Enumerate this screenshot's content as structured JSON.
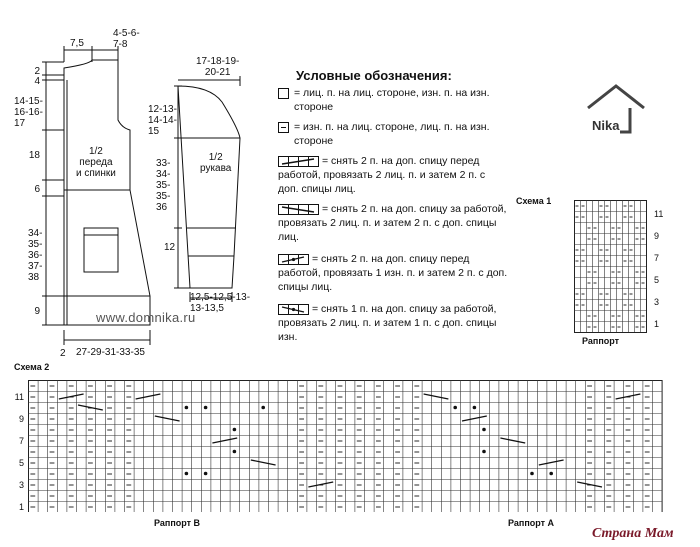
{
  "body_piece": {
    "top_width": "7,5",
    "neck_width": "4-5-6-\n7-8",
    "top_step": "2",
    "shoulder_drop": "4",
    "armhole": "14-15-\n16-16-\n17",
    "mid": "18",
    "waist": "6",
    "lower": "34-\n35-\n36-\n37-\n38",
    "hem": "9",
    "bottom_left": "2",
    "bottom_width": "27-29-31-33-35",
    "label": "1/2\nпереда\nи спинки"
  },
  "sleeve_piece": {
    "top_width": "17-18-19-\n20-21",
    "cap": "12-13-\n14-14-\n15",
    "body_len": "33-\n34-\n35-\n35-\n36",
    "cuff": "12",
    "bottom_width": "12,5-12,5-13-\n13-13,5",
    "label": "1/2\nрукава"
  },
  "watermark": "www.domnika.ru",
  "logo": "Nika",
  "site_logo": "Страна Мам",
  "legend": {
    "title": "Условные обозначения:",
    "items": [
      {
        "symbol": "knit",
        "text": "= лиц. п. на лиц. стороне, изн. п. на изн. стороне"
      },
      {
        "symbol": "purl",
        "text": "= изн. п. на лиц. стороне, лиц. п. на изн. стороне"
      },
      {
        "symbol": "c2l",
        "text": "= снять 2 п. на доп. спицу перед работой, провязать 2 лиц. п. и затем 2 п. с доп. спицы лиц."
      },
      {
        "symbol": "c2r",
        "text": "= снять 2 п. на доп. спицу за работой, провязать 2 лиц. п. и затем 2 п. с доп. спицы лиц."
      },
      {
        "symbol": "c2pl",
        "text": "= снять 2 п. на доп. спицу перед работой, провязать 1 изн. п. и затем 2 п. с доп. спицы лиц."
      },
      {
        "symbol": "c1pr",
        "text": "= снять 1 п. на доп. спицу за работой, провязать 2 лиц. п. и затем 1 п. с доп. спицы изн."
      }
    ]
  },
  "schema1": {
    "title": "Схема 1",
    "row_labels": [
      "11",
      "9",
      "7",
      "5",
      "3",
      "1"
    ],
    "repeat_label": "Раппорт",
    "cols": 12,
    "rows": 12
  },
  "schema2": {
    "title": "Схема 2",
    "row_labels": [
      "11",
      "9",
      "7",
      "5",
      "3",
      "1"
    ],
    "repeat_b": "Раппорт В",
    "repeat_a": "Раппорт А",
    "cols": 66,
    "rows": 12
  },
  "colors": {
    "line": "#111111",
    "grid": "#222222",
    "site_logo": "#7a1a2a"
  }
}
